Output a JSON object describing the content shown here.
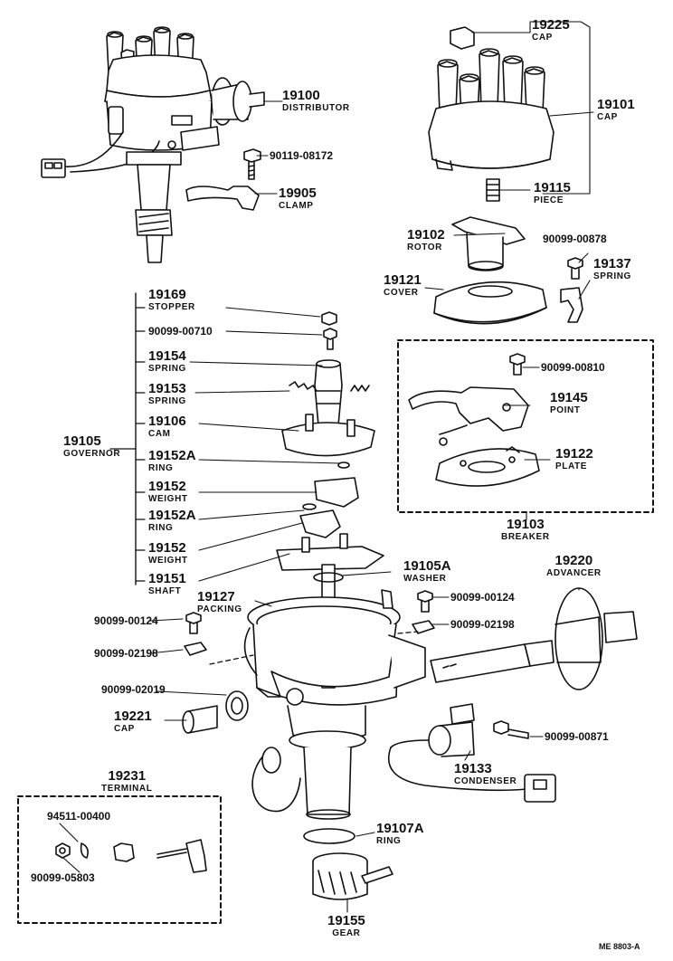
{
  "footer_code": "ME 8803-A",
  "parts": {
    "p19100": {
      "num": "19100",
      "name": "DISTRIBUTOR"
    },
    "p90119": {
      "num": "90119-08172"
    },
    "p19905": {
      "num": "19905",
      "name": "CLAMP"
    },
    "p19225": {
      "num": "19225",
      "name": "CAP"
    },
    "p19101": {
      "num": "19101",
      "name": "CAP"
    },
    "p19115": {
      "num": "19115",
      "name": "PIECE"
    },
    "p19102": {
      "num": "19102",
      "name": "ROTOR"
    },
    "p90099_00878": {
      "num": "90099-00878"
    },
    "p19137": {
      "num": "19137",
      "name": "SPRING"
    },
    "p19121": {
      "num": "19121",
      "name": "COVER"
    },
    "p90099_00810": {
      "num": "90099-00810"
    },
    "p19145": {
      "num": "19145",
      "name": "POINT"
    },
    "p19122": {
      "num": "19122",
      "name": "PLATE"
    },
    "p19103": {
      "num": "19103",
      "name": "BREAKER"
    },
    "p19169": {
      "num": "19169",
      "name": "STOPPER"
    },
    "p90099_00710": {
      "num": "90099-00710"
    },
    "p19154": {
      "num": "19154",
      "name": "SPRING"
    },
    "p19153": {
      "num": "19153",
      "name": "SPRING"
    },
    "p19106": {
      "num": "19106",
      "name": "CAM"
    },
    "p19105": {
      "num": "19105",
      "name": "GOVERNOR"
    },
    "p19152A_1": {
      "num": "19152A",
      "name": "RING"
    },
    "p19152_1": {
      "num": "19152",
      "name": "WEIGHT"
    },
    "p19152A_2": {
      "num": "19152A",
      "name": "RING"
    },
    "p19152_2": {
      "num": "19152",
      "name": "WEIGHT"
    },
    "p19151": {
      "num": "19151",
      "name": "SHAFT"
    },
    "p19105A": {
      "num": "19105A",
      "name": "WASHER"
    },
    "p19127": {
      "num": "19127",
      "name": "PACKING"
    },
    "p90099_00124_r": {
      "num": "90099-00124"
    },
    "p90099_02198_r": {
      "num": "90099-02198"
    },
    "p90099_00124_l": {
      "num": "90099-00124"
    },
    "p90099_02198_l": {
      "num": "90099-02198"
    },
    "p19220": {
      "num": "19220",
      "name": "ADVANCER"
    },
    "p90099_02019": {
      "num": "90099-02019"
    },
    "p19221": {
      "num": "19221",
      "name": "CAP"
    },
    "p90099_00871": {
      "num": "90099-00871"
    },
    "p19133": {
      "num": "19133",
      "name": "CONDENSER"
    },
    "p19231": {
      "num": "19231",
      "name": "TERMINAL"
    },
    "p94511": {
      "num": "94511-00400"
    },
    "p90099_05803": {
      "num": "90099-05803"
    },
    "p19107A": {
      "num": "19107A",
      "name": "RING"
    },
    "p19155": {
      "num": "19155",
      "name": "GEAR"
    }
  }
}
